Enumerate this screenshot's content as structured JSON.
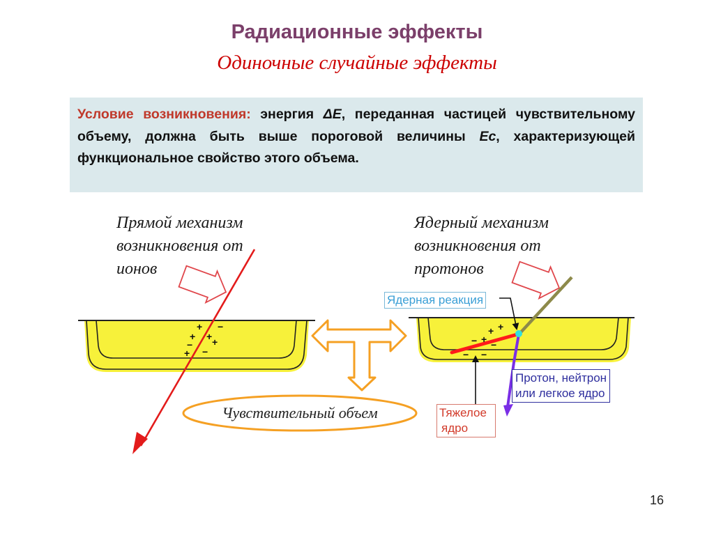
{
  "title": "Радиационные эффекты",
  "subtitle": "Одиночные случайные эффекты",
  "condition": {
    "lead": "Условие возникновения:",
    "part1": " энергия ",
    "delta": "ΔE",
    "part2": ",  переданная частицей чувствительному объему,  должна быть выше пороговой величины ",
    "ec": "Ec",
    "part3": ", характеризующей функциональное свойство этого объема."
  },
  "left_caption": [
    "Прямой механизм",
    "возникновения от",
    "ионов"
  ],
  "right_caption": [
    "Ядерный механизм",
    "возникновения от",
    "протонов"
  ],
  "labels": {
    "nuclear_reaction": "Ядерная реакция",
    "proton_lines": [
      "Протон, нейтрон",
      "или легкое ядро"
    ],
    "heavy_lines": [
      "Тяжелое",
      "ядро"
    ],
    "sensitive_volume": "Чувствительный объем"
  },
  "charges": {
    "left_plus": "+",
    "left_minus": "−",
    "right_plus": "+",
    "right_minus": "−"
  },
  "page_number": "16",
  "colors": {
    "title": "#7b3f6a",
    "subtitle": "#cc0000",
    "box_bg": "#dbe9ec",
    "lead": "#c0392b",
    "well_fill": "#f7f13a",
    "ion_track": "#e31b1b",
    "heavy_track": "#ff1a1a",
    "proton_track": "#7a2ee6",
    "incoming_proton": "#8d8a4a",
    "reaction_point": "#31e0e0",
    "orange_arrow": "#f5a023"
  },
  "icons": {
    "hollow_arrow": "hollow-right-arrow-icon",
    "double_arrow": "double-headed-orange-arrow-icon"
  }
}
